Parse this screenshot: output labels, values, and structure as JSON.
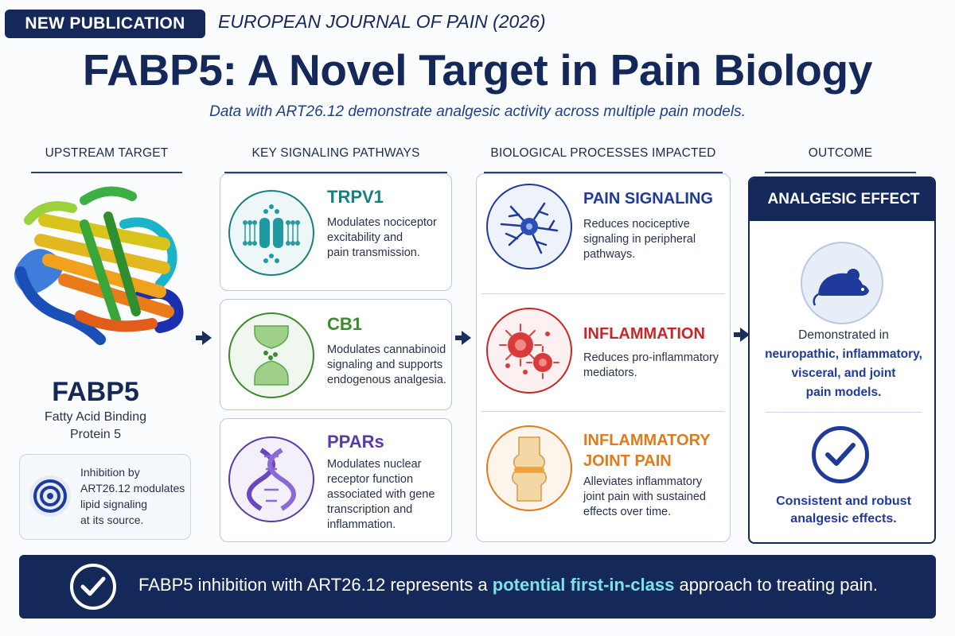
{
  "header": {
    "badge": "NEW PUBLICATION",
    "journal": "EUROPEAN JOURNAL OF PAIN (2026)",
    "title": "FABP5: A Novel Target in Pain Biology",
    "subtitle": "Data with ART26.12 demonstrate analgesic activity across multiple pain models."
  },
  "columns": {
    "upstream": "UPSTREAM TARGET",
    "pathways": "KEY SIGNALING PATHWAYS",
    "processes": "BIOLOGICAL PROCESSES IMPACTED",
    "outcome": "OUTCOME"
  },
  "target": {
    "name": "FABP5",
    "full_line1": "Fatty Acid Binding",
    "full_line2": "Protein 5",
    "note_lines": [
      "Inhibition by",
      "ART26.12 modulates",
      "lipid signaling",
      "at its source."
    ]
  },
  "pathways": [
    {
      "title": "TRPV1",
      "color": "#17807f",
      "lines": [
        "Modulates nociceptor",
        "excitability and",
        "pain transmission."
      ]
    },
    {
      "title": "CB1",
      "color": "#3c8a2e",
      "lines": [
        "Modulates cannabinoid",
        "signaling and supports",
        "endogenous analgesia."
      ]
    },
    {
      "title": "PPARs",
      "color": "#5a3aa6",
      "lines": [
        "Modulates nuclear",
        "receptor function",
        "associated with gene",
        "transcription and",
        "inflammation."
      ]
    }
  ],
  "processes": [
    {
      "title_lines": [
        "PAIN SIGNALING"
      ],
      "color": "#1f3a9a",
      "lines": [
        "Reduces nociceptive",
        "signaling in peripheral",
        "pathways."
      ]
    },
    {
      "title_lines": [
        "INFLAMMATION"
      ],
      "color": "#c62828",
      "lines": [
        "Reduces pro-inflammatory",
        "mediators."
      ]
    },
    {
      "title_lines": [
        "INFLAMMATORY",
        "JOINT PAIN"
      ],
      "color": "#e07a1a",
      "lines": [
        "Alleviates inflammatory",
        "joint pain with sustained",
        "effects over time."
      ]
    }
  ],
  "outcome": {
    "header": "ANALGESIC EFFECT",
    "line1": "Demonstrated in",
    "line2": "neuropathic, inflammatory,",
    "line3": "visceral, and joint",
    "line4": "pain models.",
    "check_line1": "Consistent and robust",
    "check_line2": "analgesic effects."
  },
  "footer": {
    "pre": "FABP5 inhibition with ART26.12 represents a ",
    "highlight": "potential first-in-class",
    "post": " approach to treating pain."
  },
  "icons": [
    "protein-structure-icon",
    "target-icon",
    "ion-channel-icon",
    "receptor-icon",
    "dna-icon",
    "neuron-icon",
    "inflammation-cells-icon",
    "joint-icon",
    "mouse-icon",
    "check-icon"
  ],
  "colors": {
    "navy": "#14285a",
    "teal": "#17807f",
    "green": "#3c8a2e",
    "purple": "#5a3aa6",
    "blue": "#1f3a9a",
    "red": "#c62828",
    "orange": "#e07a1a",
    "highlight": "#7ee0e8"
  }
}
